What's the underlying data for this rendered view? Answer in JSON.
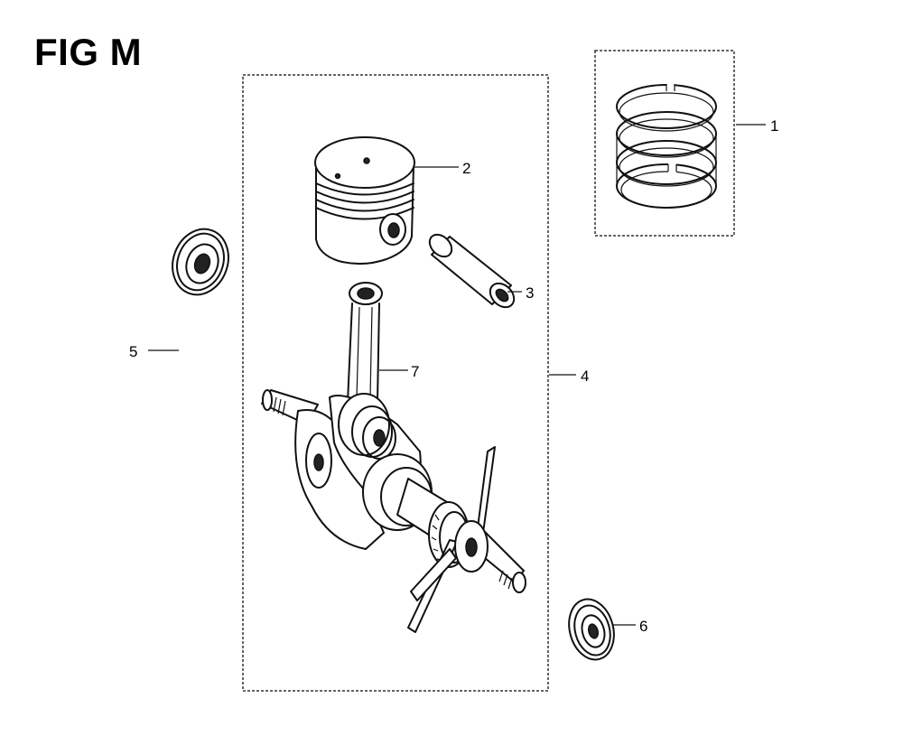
{
  "figure": {
    "title": "FIG M"
  },
  "callouts": {
    "c1": "1",
    "c2": "2",
    "c3": "3",
    "c4": "4",
    "c5": "5",
    "c6": "6",
    "c7": "7"
  }
}
